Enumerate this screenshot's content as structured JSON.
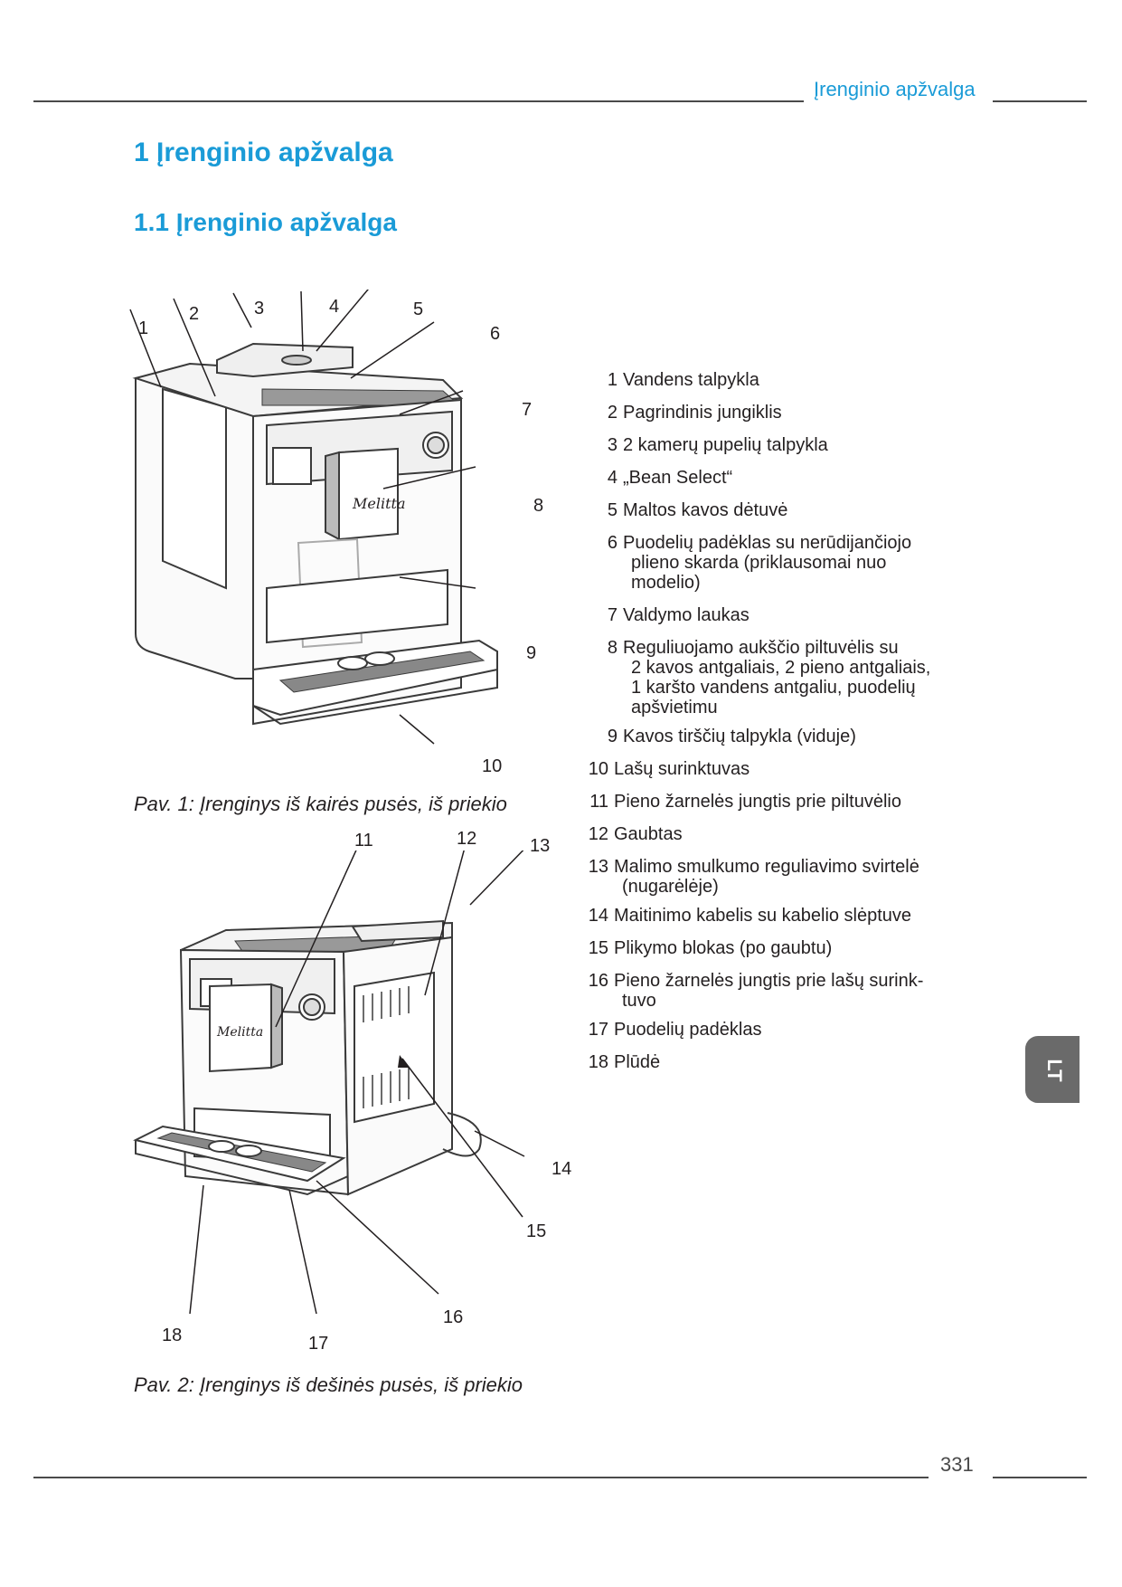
{
  "header": {
    "running_head": "Įrenginio apžvalga"
  },
  "section": {
    "title": "1  Įrenginio apžvalga",
    "subtitle": "1.1  Įrenginio apžvalga"
  },
  "figure1": {
    "caption": "Pav. 1: Įrenginys iš kairės pusės, iš priekio",
    "callouts": [
      "1",
      "2",
      "3",
      "4",
      "5",
      "6",
      "7",
      "8",
      "9",
      "10"
    ],
    "logo_text": "Melitta"
  },
  "figure2": {
    "caption": "Pav. 2: Įrenginys iš dešinės pusės, iš priekio",
    "callouts": [
      "11",
      "12",
      "13",
      "14",
      "15",
      "16",
      "17",
      "18"
    ],
    "logo_text": "Melitta"
  },
  "legend": [
    {
      "num": "1",
      "text": "Vandens talpykla"
    },
    {
      "num": "2",
      "text": "Pagrindinis jungiklis"
    },
    {
      "num": "3",
      "text": "2 kamerų pupelių talpykla"
    },
    {
      "num": "4",
      "text": "„Bean Select“"
    },
    {
      "num": "5",
      "text": "Maltos kavos dėtuvė"
    },
    {
      "num": "6",
      "text": "Puodelių padėklas su nerūdijančiojo",
      "wrap": [
        "plieno skarda (priklausomai nuo",
        "modelio)"
      ]
    },
    {
      "num": "7",
      "text": "Valdymo laukas"
    },
    {
      "num": "8",
      "text": "Reguliuojamo aukščio piltuvėlis su",
      "wrap": [
        "2 kavos antgaliais, 2 pieno antgaliais,",
        "1 karšto vandens antgaliu, puodelių",
        "apšvietimu"
      ]
    },
    {
      "num": "9",
      "text": "Kavos tirščių talpykla (viduje)"
    },
    {
      "num": "10",
      "text": "Lašų surinktuvas"
    },
    {
      "num": "11",
      "text": "Pieno žarnelės jungtis prie piltuvėlio"
    },
    {
      "num": "12",
      "text": "Gaubtas"
    },
    {
      "num": "13",
      "text": "Malimo smulkumo reguliavimo svirtelė",
      "wrap": [
        "(nugarėlėje)"
      ]
    },
    {
      "num": "14",
      "text": "Maitinimo kabelis su kabelio slėptuve"
    },
    {
      "num": "15",
      "text": "Plikymo blokas (po gaubtu)"
    },
    {
      "num": "16",
      "text": "Pieno žarnelės jungtis prie lašų surink-",
      "wrap": [
        "tuvo"
      ]
    },
    {
      "num": "17",
      "text": "Puodelių padėklas"
    },
    {
      "num": "18",
      "text": "Plūdė"
    }
  ],
  "side_tab": {
    "label": "LT"
  },
  "footer": {
    "page_number": "331"
  },
  "colors": {
    "accent": "#1a9bd7",
    "text": "#231f20",
    "rule": "#4a4a4a",
    "tab": "#6a6a6a"
  }
}
